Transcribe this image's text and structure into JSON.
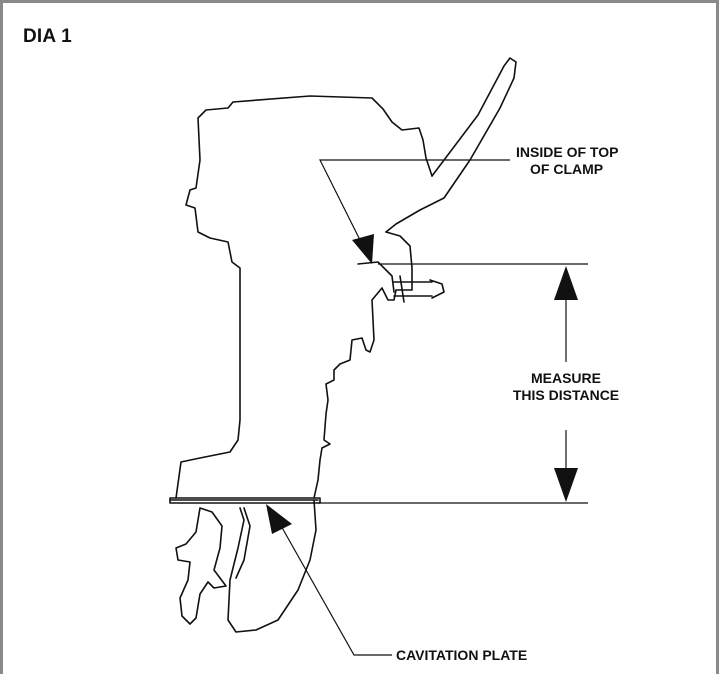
{
  "title": "DIA 1",
  "labels": {
    "clamp_line1": "INSIDE OF TOP",
    "clamp_line2": "OF CLAMP",
    "measure_line1": "MEASURE",
    "measure_line2": "THIS DISTANCE",
    "cavitation": "CAVITATION PLATE"
  }
}
